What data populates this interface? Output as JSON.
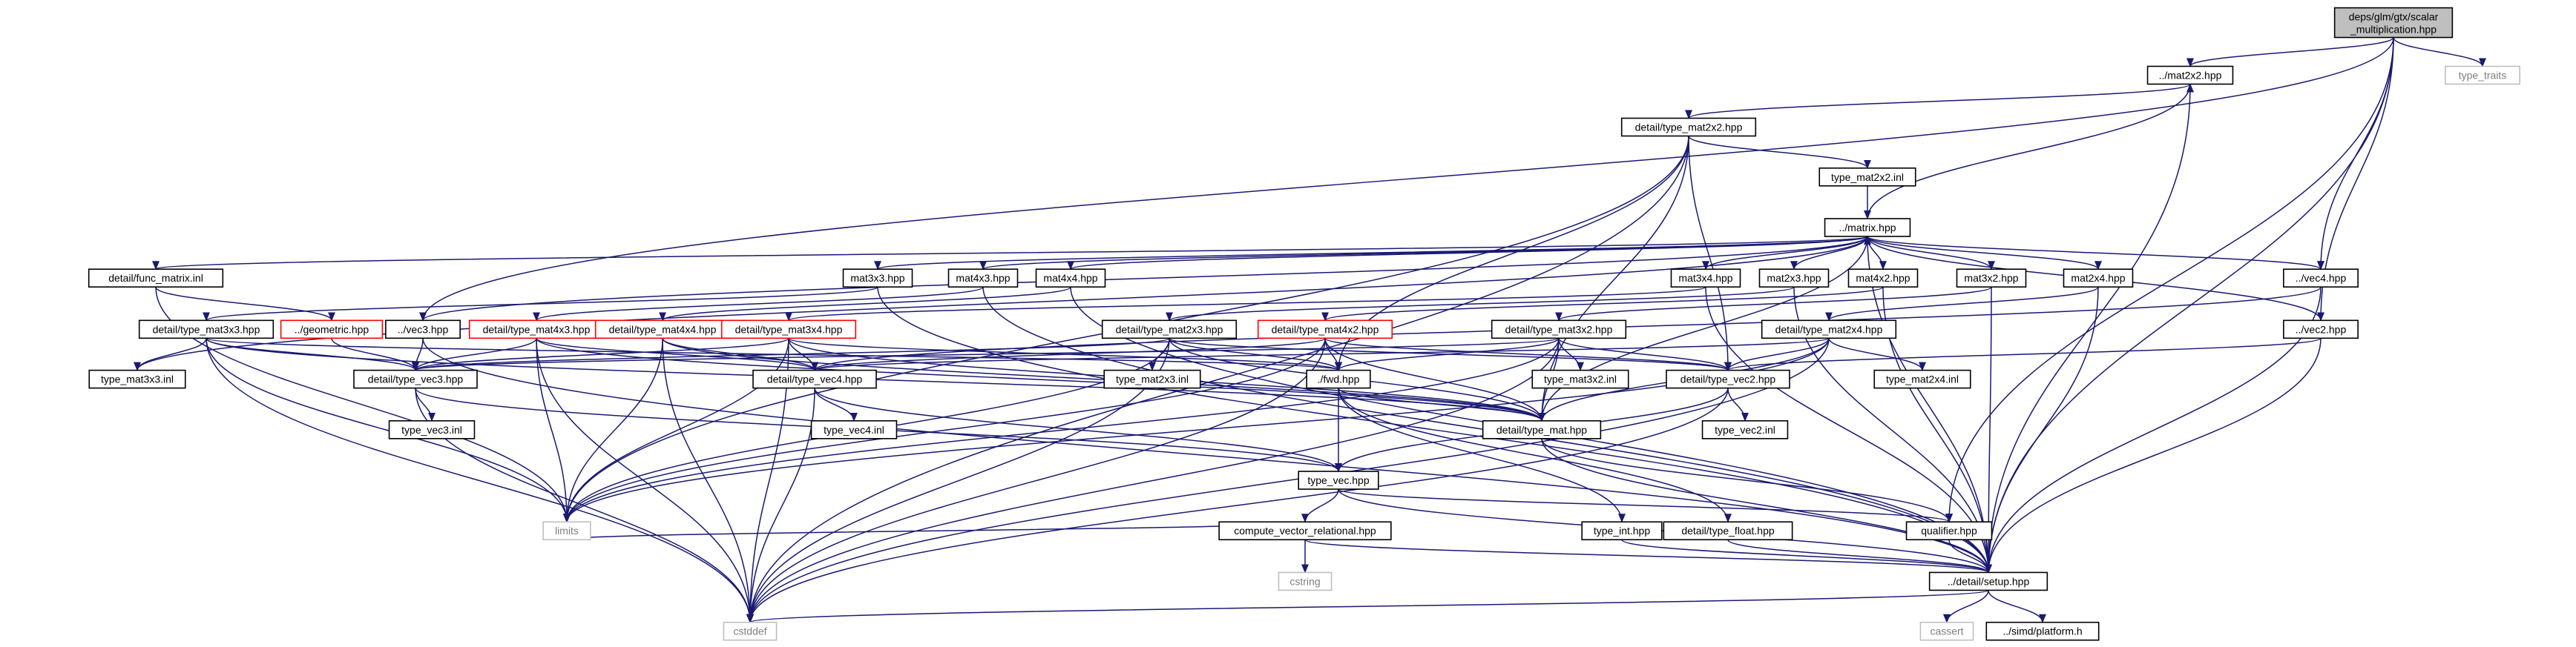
{
  "colors": {
    "edge": "#191970",
    "node_border": "#000000",
    "node_border_missing": "#bfbfbf",
    "node_border_truncated": "#ff0000",
    "root_fill": "#bfbfbf",
    "text": "#000000",
    "text_missing": "#7f7f7f"
  },
  "nodes": [
    {
      "id": "root",
      "lines": [
        "deps/glm/gtx/scalar",
        "_multiplication.hpp"
      ],
      "style": "root"
    },
    {
      "id": "type_traits",
      "lines": [
        "type_traits"
      ],
      "style": "missing"
    },
    {
      "id": "mat2x2",
      "lines": [
        "../mat2x2.hpp"
      ],
      "style": "normal"
    },
    {
      "id": "dtm2x2",
      "lines": [
        "detail/type_mat2x2.hpp"
      ],
      "style": "normal"
    },
    {
      "id": "tm2x2inl",
      "lines": [
        "type_mat2x2.inl"
      ],
      "style": "normal"
    },
    {
      "id": "matrix",
      "lines": [
        "../matrix.hpp"
      ],
      "style": "normal"
    },
    {
      "id": "funcmatrix",
      "lines": [
        "detail/func_matrix.inl"
      ],
      "style": "normal"
    },
    {
      "id": "geometric",
      "lines": [
        "../geometric.hpp"
      ],
      "style": "truncated"
    },
    {
      "id": "mat3x3",
      "lines": [
        "mat3x3.hpp"
      ],
      "style": "normal"
    },
    {
      "id": "mat4x3",
      "lines": [
        "mat4x3.hpp"
      ],
      "style": "normal"
    },
    {
      "id": "mat4x4",
      "lines": [
        "mat4x4.hpp"
      ],
      "style": "normal"
    },
    {
      "id": "mat3x4",
      "lines": [
        "mat3x4.hpp"
      ],
      "style": "normal"
    },
    {
      "id": "mat2x3",
      "lines": [
        "mat2x3.hpp"
      ],
      "style": "normal"
    },
    {
      "id": "mat4x2",
      "lines": [
        "mat4x2.hpp"
      ],
      "style": "normal"
    },
    {
      "id": "mat3x2",
      "lines": [
        "mat3x2.hpp"
      ],
      "style": "normal"
    },
    {
      "id": "mat2x4",
      "lines": [
        "mat2x4.hpp"
      ],
      "style": "normal"
    },
    {
      "id": "vec4",
      "lines": [
        "../vec4.hpp"
      ],
      "style": "normal"
    },
    {
      "id": "vec2",
      "lines": [
        "../vec2.hpp"
      ],
      "style": "normal"
    },
    {
      "id": "dtm3x3",
      "lines": [
        "detail/type_mat3x3.hpp"
      ],
      "style": "normal"
    },
    {
      "id": "vec3",
      "lines": [
        "../vec3.hpp"
      ],
      "style": "normal"
    },
    {
      "id": "dtm4x3",
      "lines": [
        "detail/type_mat4x3.hpp"
      ],
      "style": "truncated"
    },
    {
      "id": "dtm4x4",
      "lines": [
        "detail/type_mat4x4.hpp"
      ],
      "style": "truncated"
    },
    {
      "id": "dtm3x4",
      "lines": [
        "detail/type_mat3x4.hpp"
      ],
      "style": "truncated"
    },
    {
      "id": "dtm2x3",
      "lines": [
        "detail/type_mat2x3.hpp"
      ],
      "style": "normal"
    },
    {
      "id": "dtm4x2",
      "lines": [
        "detail/type_mat4x2.hpp"
      ],
      "style": "truncated"
    },
    {
      "id": "dtm3x2",
      "lines": [
        "detail/type_mat3x2.hpp"
      ],
      "style": "normal"
    },
    {
      "id": "dtm2x4",
      "lines": [
        "detail/type_mat2x4.hpp"
      ],
      "style": "normal"
    },
    {
      "id": "tm3x3inl",
      "lines": [
        "type_mat3x3.inl"
      ],
      "style": "normal"
    },
    {
      "id": "dtv3",
      "lines": [
        "detail/type_vec3.hpp"
      ],
      "style": "normal"
    },
    {
      "id": "dtv4",
      "lines": [
        "detail/type_vec4.hpp"
      ],
      "style": "normal"
    },
    {
      "id": "tm2x3inl",
      "lines": [
        "type_mat2x3.inl"
      ],
      "style": "normal"
    },
    {
      "id": "fwd",
      "lines": [
        "./fwd.hpp"
      ],
      "style": "normal"
    },
    {
      "id": "tm3x2inl",
      "lines": [
        "type_mat3x2.inl"
      ],
      "style": "normal"
    },
    {
      "id": "dtv2",
      "lines": [
        "detail/type_vec2.hpp"
      ],
      "style": "normal"
    },
    {
      "id": "tm2x4inl",
      "lines": [
        "type_mat2x4.inl"
      ],
      "style": "normal"
    },
    {
      "id": "tv3inl",
      "lines": [
        "type_vec3.inl"
      ],
      "style": "normal"
    },
    {
      "id": "tv4inl",
      "lines": [
        "type_vec4.inl"
      ],
      "style": "normal"
    },
    {
      "id": "dtmat",
      "lines": [
        "detail/type_mat.hpp"
      ],
      "style": "normal"
    },
    {
      "id": "tv2inl",
      "lines": [
        "type_vec2.inl"
      ],
      "style": "normal"
    },
    {
      "id": "typevec",
      "lines": [
        "type_vec.hpp"
      ],
      "style": "normal"
    },
    {
      "id": "compvec",
      "lines": [
        "compute_vector_relational.hpp"
      ],
      "style": "normal"
    },
    {
      "id": "typeint",
      "lines": [
        "type_int.hpp"
      ],
      "style": "normal"
    },
    {
      "id": "dtfloat",
      "lines": [
        "detail/type_float.hpp"
      ],
      "style": "normal"
    },
    {
      "id": "qualifier",
      "lines": [
        "qualifier.hpp"
      ],
      "style": "normal"
    },
    {
      "id": "limits",
      "lines": [
        "limits"
      ],
      "style": "missing"
    },
    {
      "id": "cstring",
      "lines": [
        "cstring"
      ],
      "style": "missing"
    },
    {
      "id": "setup",
      "lines": [
        "../detail/setup.hpp"
      ],
      "style": "normal"
    },
    {
      "id": "cstddef",
      "lines": [
        "cstddef"
      ],
      "style": "missing"
    },
    {
      "id": "cassert",
      "lines": [
        "cassert"
      ],
      "style": "missing"
    },
    {
      "id": "platform",
      "lines": [
        "../simd/platform.h"
      ],
      "style": "normal"
    }
  ],
  "edges": [
    [
      "root",
      "type_traits"
    ],
    [
      "root",
      "mat2x2"
    ],
    [
      "root",
      "vec4"
    ],
    [
      "root",
      "vec2"
    ],
    [
      "root",
      "vec3"
    ],
    [
      "root",
      "setup"
    ],
    [
      "root",
      "qualifier"
    ],
    [
      "mat2x2",
      "dtm2x2"
    ],
    [
      "mat2x2",
      "setup"
    ],
    [
      "dtm2x2",
      "tm2x2inl"
    ],
    [
      "dtm2x2",
      "dtv2"
    ],
    [
      "dtm2x2",
      "dtmat"
    ],
    [
      "dtm2x2",
      "fwd"
    ],
    [
      "dtm2x2",
      "limits"
    ],
    [
      "dtm2x2",
      "cstddef"
    ],
    [
      "tm2x2inl",
      "matrix"
    ],
    [
      "matrix",
      "mat2x2"
    ],
    [
      "matrix",
      "funcmatrix"
    ],
    [
      "matrix",
      "mat3x3"
    ],
    [
      "matrix",
      "mat4x3"
    ],
    [
      "matrix",
      "mat4x4"
    ],
    [
      "matrix",
      "mat3x4"
    ],
    [
      "matrix",
      "mat2x3"
    ],
    [
      "matrix",
      "mat4x2"
    ],
    [
      "matrix",
      "mat3x2"
    ],
    [
      "matrix",
      "mat2x4"
    ],
    [
      "matrix",
      "vec4"
    ],
    [
      "matrix",
      "vec2"
    ],
    [
      "matrix",
      "vec3"
    ],
    [
      "matrix",
      "setup"
    ],
    [
      "matrix",
      "dtmat"
    ],
    [
      "funcmatrix",
      "geometric"
    ],
    [
      "funcmatrix",
      "limits"
    ],
    [
      "geometric",
      "dtv3"
    ],
    [
      "mat3x3",
      "dtm3x3"
    ],
    [
      "mat3x3",
      "setup"
    ],
    [
      "mat4x3",
      "dtm4x3"
    ],
    [
      "mat4x3",
      "setup"
    ],
    [
      "mat4x4",
      "dtm4x4"
    ],
    [
      "mat4x4",
      "setup"
    ],
    [
      "mat3x4",
      "dtm3x4"
    ],
    [
      "mat3x4",
      "setup"
    ],
    [
      "mat2x3",
      "dtm2x3"
    ],
    [
      "mat2x3",
      "setup"
    ],
    [
      "mat4x2",
      "dtm4x2"
    ],
    [
      "mat4x2",
      "setup"
    ],
    [
      "mat3x2",
      "dtm3x2"
    ],
    [
      "mat3x2",
      "setup"
    ],
    [
      "mat2x4",
      "dtm2x4"
    ],
    [
      "mat2x4",
      "setup"
    ],
    [
      "vec4",
      "dtv4"
    ],
    [
      "vec4",
      "setup"
    ],
    [
      "vec2",
      "dtv2"
    ],
    [
      "vec2",
      "setup"
    ],
    [
      "vec3",
      "dtv3"
    ],
    [
      "vec3",
      "setup"
    ],
    [
      "dtm3x3",
      "tm3x3inl"
    ],
    [
      "dtm3x3",
      "dtv3"
    ],
    [
      "dtm3x3",
      "dtmat"
    ],
    [
      "dtm3x3",
      "fwd"
    ],
    [
      "dtm3x3",
      "limits"
    ],
    [
      "dtm3x3",
      "cstddef"
    ],
    [
      "tm3x3inl",
      "matrix"
    ],
    [
      "dtm4x3",
      "dtv3"
    ],
    [
      "dtm4x3",
      "dtv4"
    ],
    [
      "dtm4x3",
      "dtmat"
    ],
    [
      "dtm4x3",
      "limits"
    ],
    [
      "dtm4x3",
      "cstddef"
    ],
    [
      "dtm4x4",
      "dtv4"
    ],
    [
      "dtm4x4",
      "dtmat"
    ],
    [
      "dtm4x4",
      "limits"
    ],
    [
      "dtm4x4",
      "cstddef"
    ],
    [
      "dtm3x4",
      "dtv3"
    ],
    [
      "dtm3x4",
      "dtv4"
    ],
    [
      "dtm3x4",
      "dtmat"
    ],
    [
      "dtm3x4",
      "fwd"
    ],
    [
      "dtm3x4",
      "limits"
    ],
    [
      "dtm3x4",
      "cstddef"
    ],
    [
      "dtm2x3",
      "tm2x3inl"
    ],
    [
      "dtm2x3",
      "dtv2"
    ],
    [
      "dtm2x3",
      "dtv3"
    ],
    [
      "dtm2x3",
      "dtmat"
    ],
    [
      "dtm2x3",
      "fwd"
    ],
    [
      "dtm2x3",
      "limits"
    ],
    [
      "dtm2x3",
      "cstddef"
    ],
    [
      "dtm4x2",
      "dtv2"
    ],
    [
      "dtm4x2",
      "dtv4"
    ],
    [
      "dtm4x2",
      "dtmat"
    ],
    [
      "dtm4x2",
      "fwd"
    ],
    [
      "dtm4x2",
      "limits"
    ],
    [
      "dtm4x2",
      "cstddef"
    ],
    [
      "dtm3x2",
      "tm3x2inl"
    ],
    [
      "dtm3x2",
      "dtv2"
    ],
    [
      "dtm3x2",
      "dtv3"
    ],
    [
      "dtm3x2",
      "dtmat"
    ],
    [
      "dtm3x2",
      "fwd"
    ],
    [
      "dtm3x2",
      "limits"
    ],
    [
      "dtm3x2",
      "cstddef"
    ],
    [
      "dtm2x4",
      "tm2x4inl"
    ],
    [
      "dtm2x4",
      "dtv2"
    ],
    [
      "dtm2x4",
      "dtv4"
    ],
    [
      "dtm2x4",
      "dtmat"
    ],
    [
      "dtm2x4",
      "limits"
    ],
    [
      "dtm2x4",
      "cstddef"
    ],
    [
      "dtv3",
      "tv3inl"
    ],
    [
      "dtv3",
      "typevec"
    ],
    [
      "dtv3",
      "cstddef"
    ],
    [
      "dtv4",
      "tv4inl"
    ],
    [
      "dtv4",
      "typevec"
    ],
    [
      "dtv4",
      "cstddef"
    ],
    [
      "dtv2",
      "tv2inl"
    ],
    [
      "dtv2",
      "typevec"
    ],
    [
      "dtv2",
      "cstddef"
    ],
    [
      "fwd",
      "typeint"
    ],
    [
      "fwd",
      "dtfloat"
    ],
    [
      "fwd",
      "typevec"
    ],
    [
      "fwd",
      "dtmat"
    ],
    [
      "dtmat",
      "qualifier"
    ],
    [
      "dtmat",
      "setup"
    ],
    [
      "typevec",
      "qualifier"
    ],
    [
      "typevec",
      "compvec"
    ],
    [
      "typevec",
      "setup"
    ],
    [
      "compvec",
      "setup"
    ],
    [
      "compvec",
      "limits"
    ],
    [
      "compvec",
      "cstring"
    ],
    [
      "typeint",
      "setup"
    ],
    [
      "dtfloat",
      "setup"
    ],
    [
      "qualifier",
      "setup"
    ],
    [
      "setup",
      "cassert"
    ],
    [
      "setup",
      "platform"
    ],
    [
      "setup",
      "cstddef"
    ]
  ]
}
